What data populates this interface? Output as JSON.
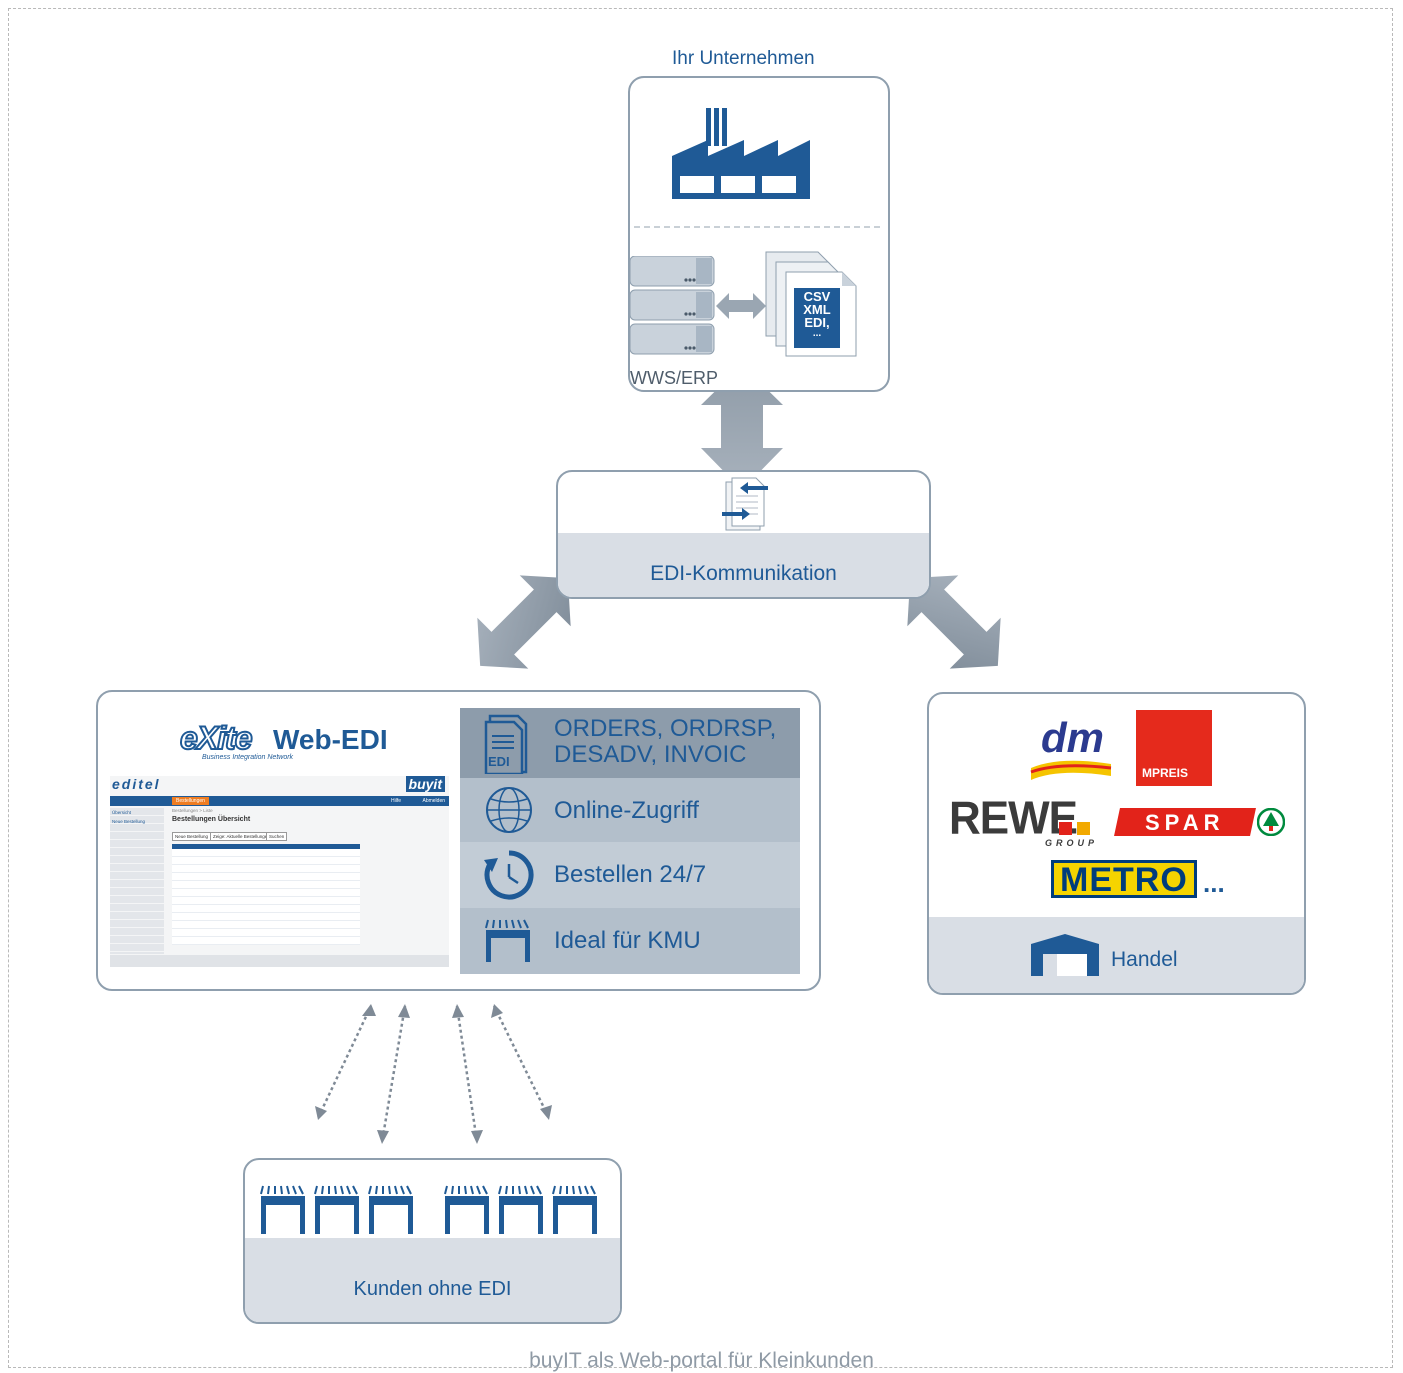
{
  "company": {
    "title": "Ihr Unternehmen",
    "erp_label": "WWS/ERP",
    "formats": [
      "CSV",
      "XML",
      "EDI,",
      "..."
    ]
  },
  "edi_comm": {
    "label": "EDI-Kommunikation"
  },
  "webedi": {
    "brand": "eXite",
    "brand_tagline": "Business Integration Network",
    "title": "Web-EDI",
    "features": [
      {
        "icon": "edi-document-icon",
        "line1": "ORDERS, ORDRSP,",
        "line2": "DESADV, INVOIC"
      },
      {
        "icon": "globe-icon",
        "line1": "Online-Zugriff",
        "line2": ""
      },
      {
        "icon": "clock-icon",
        "line1": "Bestellen 24/7",
        "line2": ""
      },
      {
        "icon": "shop-icon",
        "line1": "Ideal für KMU",
        "line2": ""
      }
    ],
    "screenshot": {
      "editel_logo": "editel",
      "buyit_logo": "buyit",
      "nav_button": "Bestellungen",
      "nav_right": [
        "Hilfe",
        "Abmelden"
      ],
      "sidebar": [
        "Übersicht",
        "Neue Bestellung"
      ],
      "breadcrumb": "Bestellungen > Liste",
      "heading": "Bestellungen Übersicht",
      "new_button": "Neue Bestellung",
      "filter_value": "Zeige: Aktuelle Bestellungen",
      "search_button": "Suchen"
    }
  },
  "handel": {
    "label": "Handel",
    "logos": {
      "dm": "dm",
      "mpreis": "MPREIS",
      "rewe": "REWE",
      "rewe_group": "GROUP",
      "spar": "SPAR",
      "metro": "METRO",
      "more": "..."
    }
  },
  "kunden": {
    "label": "Kunden ohne EDI"
  },
  "footer_caption": "buyIT als Web-portal für Kleinkunden",
  "colors": {
    "brand_blue": "#1f5a96",
    "box_border": "#8f9fae",
    "band_gray": "#d9dee5",
    "arrow_gray": "#8e9aa6"
  }
}
